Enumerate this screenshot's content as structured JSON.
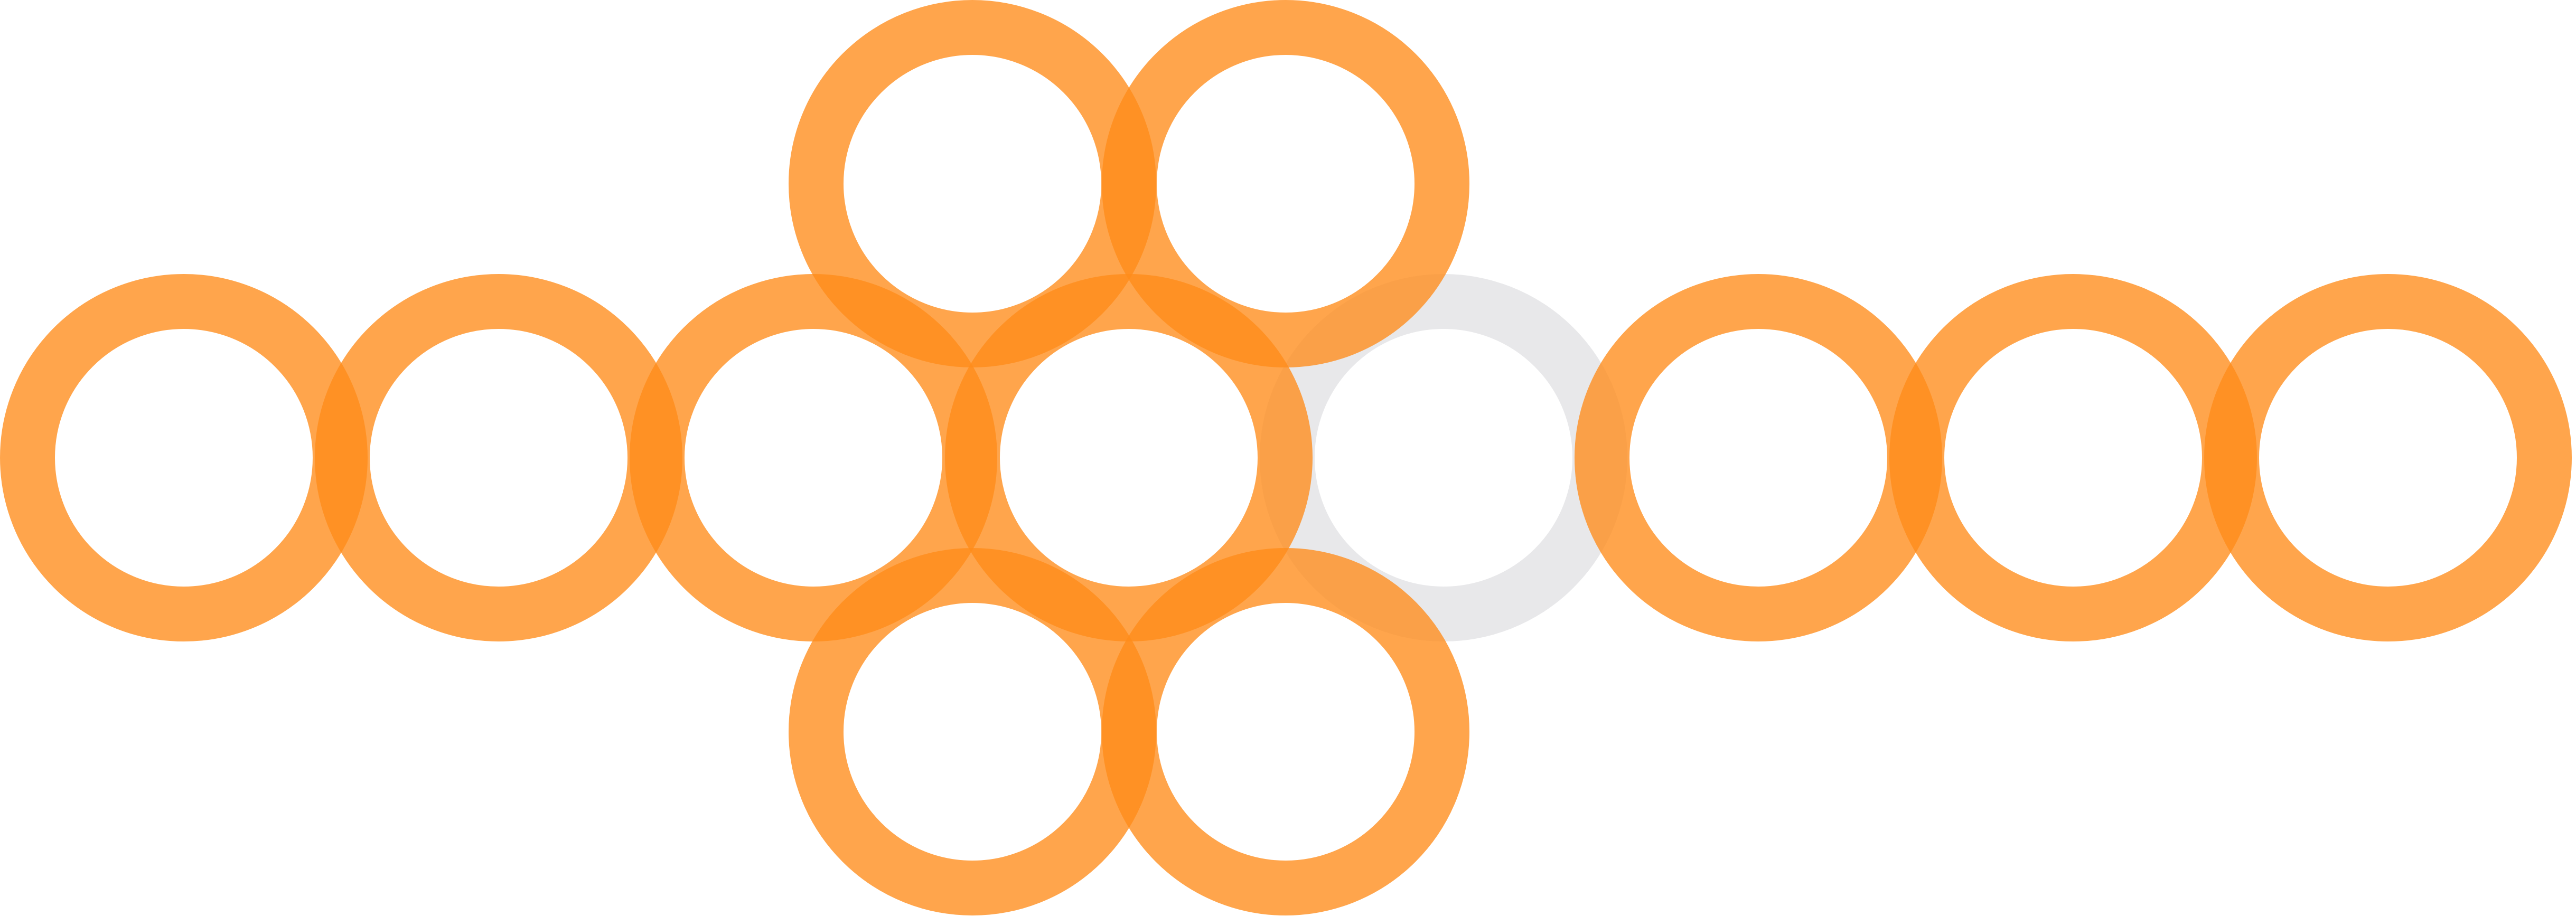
{
  "diagram": {
    "palette": {
      "ring_color": "#FF8C1A",
      "ring_opacity": 0.78,
      "inactive_color": "#D8D8DC",
      "inactive_opacity": 0.6,
      "background": "#FFFFFF"
    },
    "rings": [
      {
        "id": "ring-row-1",
        "state": "active"
      },
      {
        "id": "ring-row-2",
        "state": "active"
      },
      {
        "id": "ring-row-3",
        "state": "active"
      },
      {
        "id": "ring-row-4",
        "state": "active"
      },
      {
        "id": "ring-row-5",
        "state": "inactive"
      },
      {
        "id": "ring-row-6",
        "state": "active"
      },
      {
        "id": "ring-row-7",
        "state": "active"
      },
      {
        "id": "ring-row-8",
        "state": "active"
      },
      {
        "id": "ring-top-1",
        "state": "active"
      },
      {
        "id": "ring-top-2",
        "state": "active"
      },
      {
        "id": "ring-bottom-1",
        "state": "active"
      },
      {
        "id": "ring-bottom-2",
        "state": "active"
      }
    ]
  }
}
